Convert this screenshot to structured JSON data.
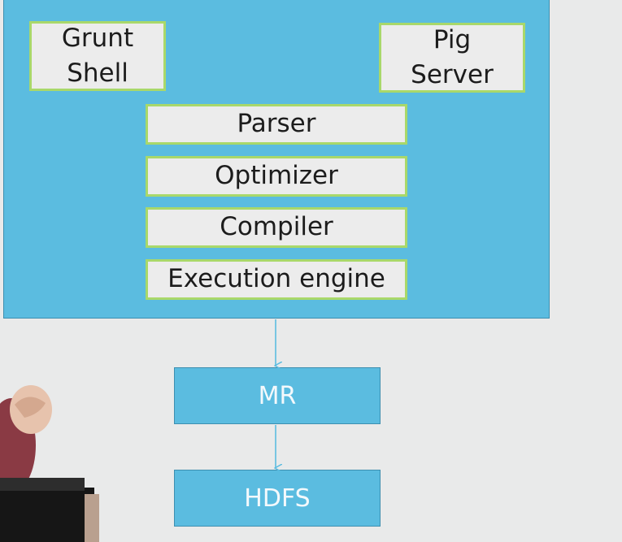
{
  "pig_components": {
    "grunt_shell": [
      "Grunt",
      "Shell"
    ],
    "pig_server": [
      "Pig",
      "Server"
    ],
    "parser": "Parser",
    "optimizer": "Optimizer",
    "compiler": "Compiler",
    "execution_engine": "Execution engine"
  },
  "flow": {
    "mr": "MR",
    "hdfs": "HDFS"
  },
  "colors": {
    "container_fill": "#5bbce0",
    "box_fill": "#ececec",
    "box_border": "#a9d86a",
    "background": "#e9eaea"
  }
}
